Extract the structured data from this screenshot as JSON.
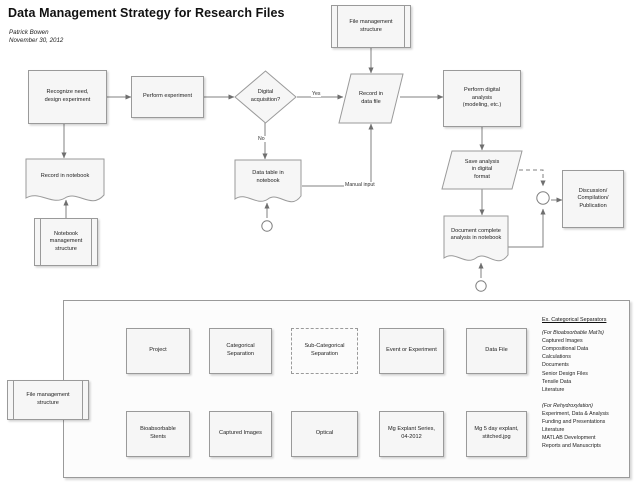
{
  "document": {
    "title": "Data Management Strategy for Research Files",
    "author": "Patrick Bowen",
    "date": "November 30, 2012"
  },
  "flowchart": {
    "nodes": {
      "recognize_need": {
        "label": "Recognize need,\ndesign experiment",
        "shape": "process"
      },
      "perform_experiment": {
        "label": "Perform experiment",
        "shape": "process"
      },
      "digital_acquisition": {
        "label": "Digital\nacquisition?",
        "shape": "decision"
      },
      "file_management_structure_top": {
        "label": "File management\nstructure",
        "shape": "predefined-process"
      },
      "record_in_data_file": {
        "label": "Record in\ndata file",
        "shape": "data"
      },
      "perform_digital_analysis": {
        "label": "Perform digital\nanalysis\n(modeling, etc.)",
        "shape": "process"
      },
      "record_in_notebook": {
        "label": "Record in notebook",
        "shape": "document"
      },
      "notebook_management_structure": {
        "label": "Notebook\nmanagement\nstructure",
        "shape": "predefined-process"
      },
      "data_table_in_notebook": {
        "label": "Data table in\nnotebook",
        "shape": "document"
      },
      "save_analysis": {
        "label": "Save analysis\nin digital\nformat",
        "shape": "data"
      },
      "document_complete_analysis": {
        "label": "Document complete\nanalysis in notebook",
        "shape": "document"
      },
      "discussion_compilation": {
        "label": "Discussion/\nCompilation/\nPublication",
        "shape": "process"
      }
    },
    "edge_labels": {
      "yes": "Yes",
      "no": "No",
      "manual_input": "Manual input"
    }
  },
  "panel": {
    "file_management_structure": {
      "label": "File management\nstructure",
      "shape": "predefined-process"
    },
    "row_generic": [
      {
        "label": "Project",
        "dashed": false
      },
      {
        "label": "Categorical\nSeparation",
        "dashed": false
      },
      {
        "label": "Sub-Categorical\nSeparation",
        "dashed": true
      },
      {
        "label": "Event or Experiment",
        "dashed": false
      },
      {
        "label": "Data File",
        "dashed": false
      }
    ],
    "row_example": [
      {
        "label": "Bioabsorbable\nStents",
        "dashed": false
      },
      {
        "label": "Captured Images",
        "dashed": false
      },
      {
        "label": "Optical",
        "dashed": false
      },
      {
        "label": "Mg Explant Series,\n04-2012",
        "dashed": false
      },
      {
        "label": "Mg 5 day explant,\nstitched.jpg",
        "dashed": false
      }
    ],
    "legend": {
      "heading": "Ex. Categorical Separators",
      "groups": [
        {
          "title": "(For Bioabsorbable Mat'ls)",
          "items": [
            "Captured Images",
            "Compositional Data",
            "Calculations",
            "Documents",
            "Senior Design Files",
            "Tensile Data",
            "Literature"
          ]
        },
        {
          "title": "(For Rehydroxylation)",
          "items": [
            "Experiment, Data & Analysis",
            "Funding and Presentations",
            "Literature",
            "MATLAB Development",
            "Reports and Manuscripts"
          ]
        }
      ]
    }
  },
  "colors": {
    "node_fill": "#f6f6f6",
    "node_border": "#9a9a9a",
    "line": "#808080",
    "panel_fill": "#fcfcfc"
  }
}
